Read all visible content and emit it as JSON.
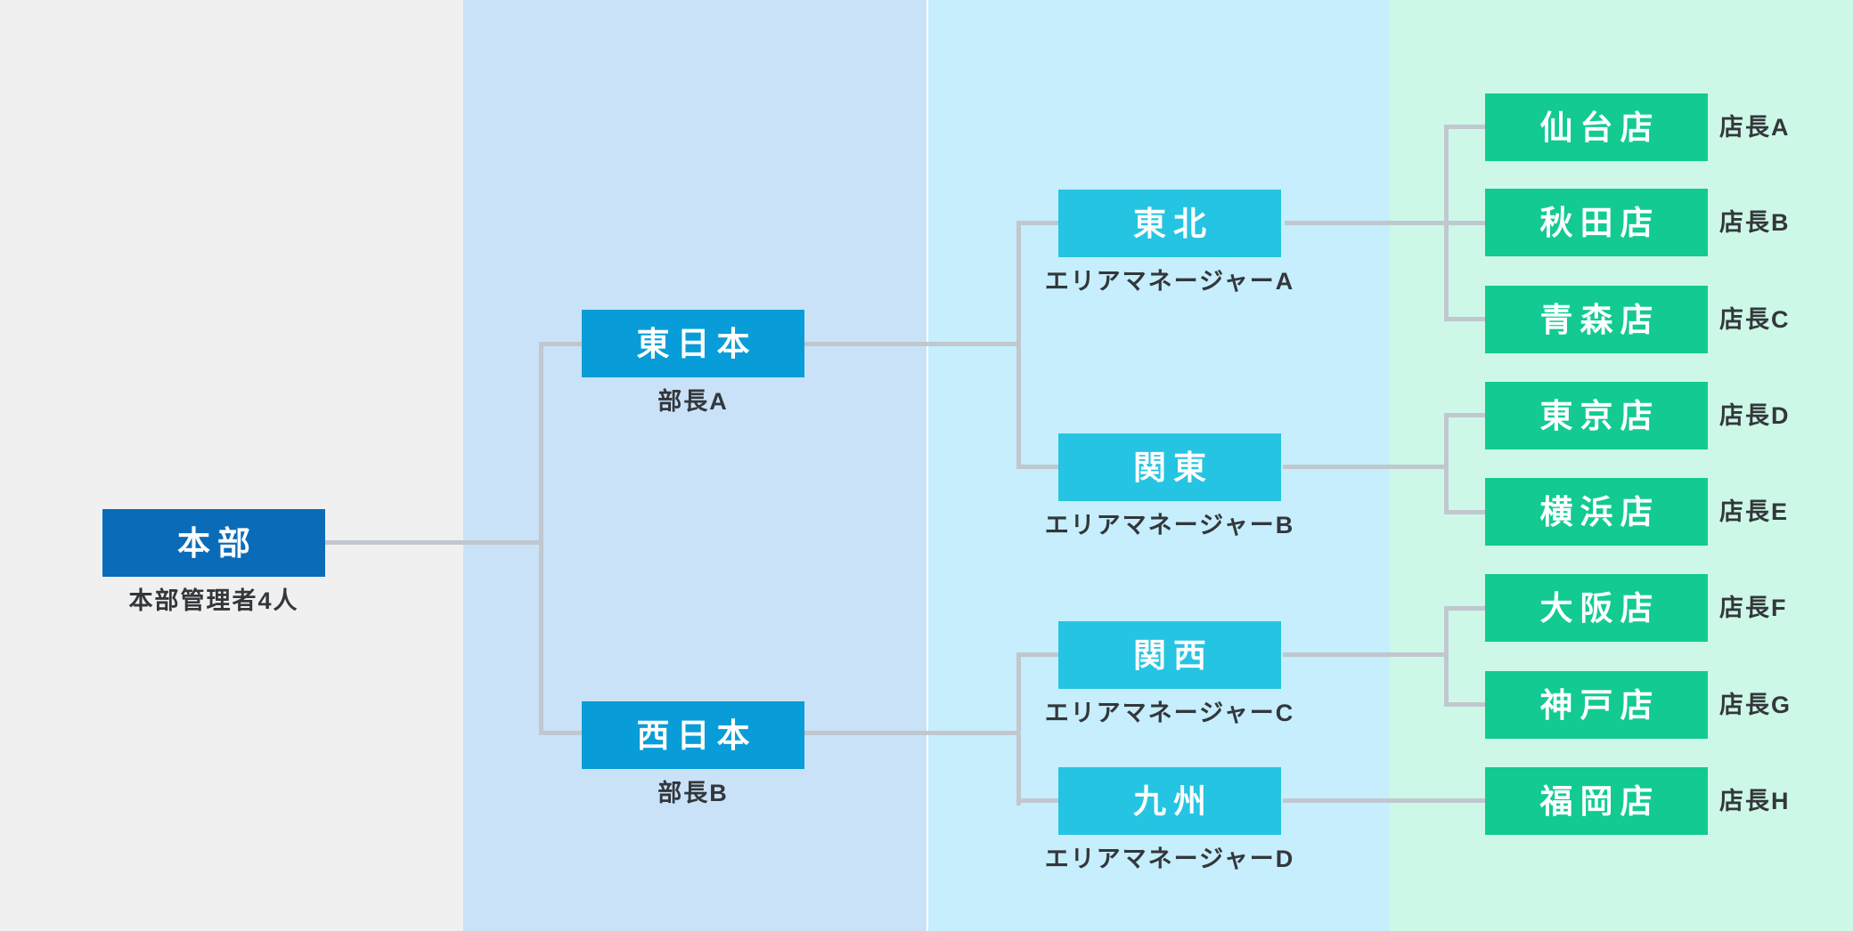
{
  "org": {
    "hq": {
      "name": "本部",
      "label": "本部管理者4人"
    },
    "divisions": [
      {
        "name": "東日本",
        "label": "部長A"
      },
      {
        "name": "西日本",
        "label": "部長B"
      }
    ],
    "areas": [
      {
        "name": "東北",
        "label": "エリアマネージャーA"
      },
      {
        "name": "関東",
        "label": "エリアマネージャーB"
      },
      {
        "name": "関西",
        "label": "エリアマネージャーC"
      },
      {
        "name": "九州",
        "label": "エリアマネージャーD"
      }
    ],
    "stores": [
      {
        "name": "仙台店",
        "label": "店長A"
      },
      {
        "name": "秋田店",
        "label": "店長B"
      },
      {
        "name": "青森店",
        "label": "店長C"
      },
      {
        "name": "東京店",
        "label": "店長D"
      },
      {
        "name": "横浜店",
        "label": "店長E"
      },
      {
        "name": "大阪店",
        "label": "店長F"
      },
      {
        "name": "神戸店",
        "label": "店長G"
      },
      {
        "name": "福岡店",
        "label": "店長H"
      }
    ]
  },
  "colors": {
    "hq_box": "#0a6cb8",
    "division_box": "#089dd8",
    "area_box": "#25c4e2",
    "store_box": "#12ca92",
    "connector_line": "#c1c7cf",
    "column1_bg": "#f0f0f1",
    "column2_bg": "#c9e2f8",
    "column3_bg": "#c6eefc",
    "column4_bg": "#cdf8e7",
    "node_text": "#ffffff",
    "label_text": "#33373b"
  }
}
